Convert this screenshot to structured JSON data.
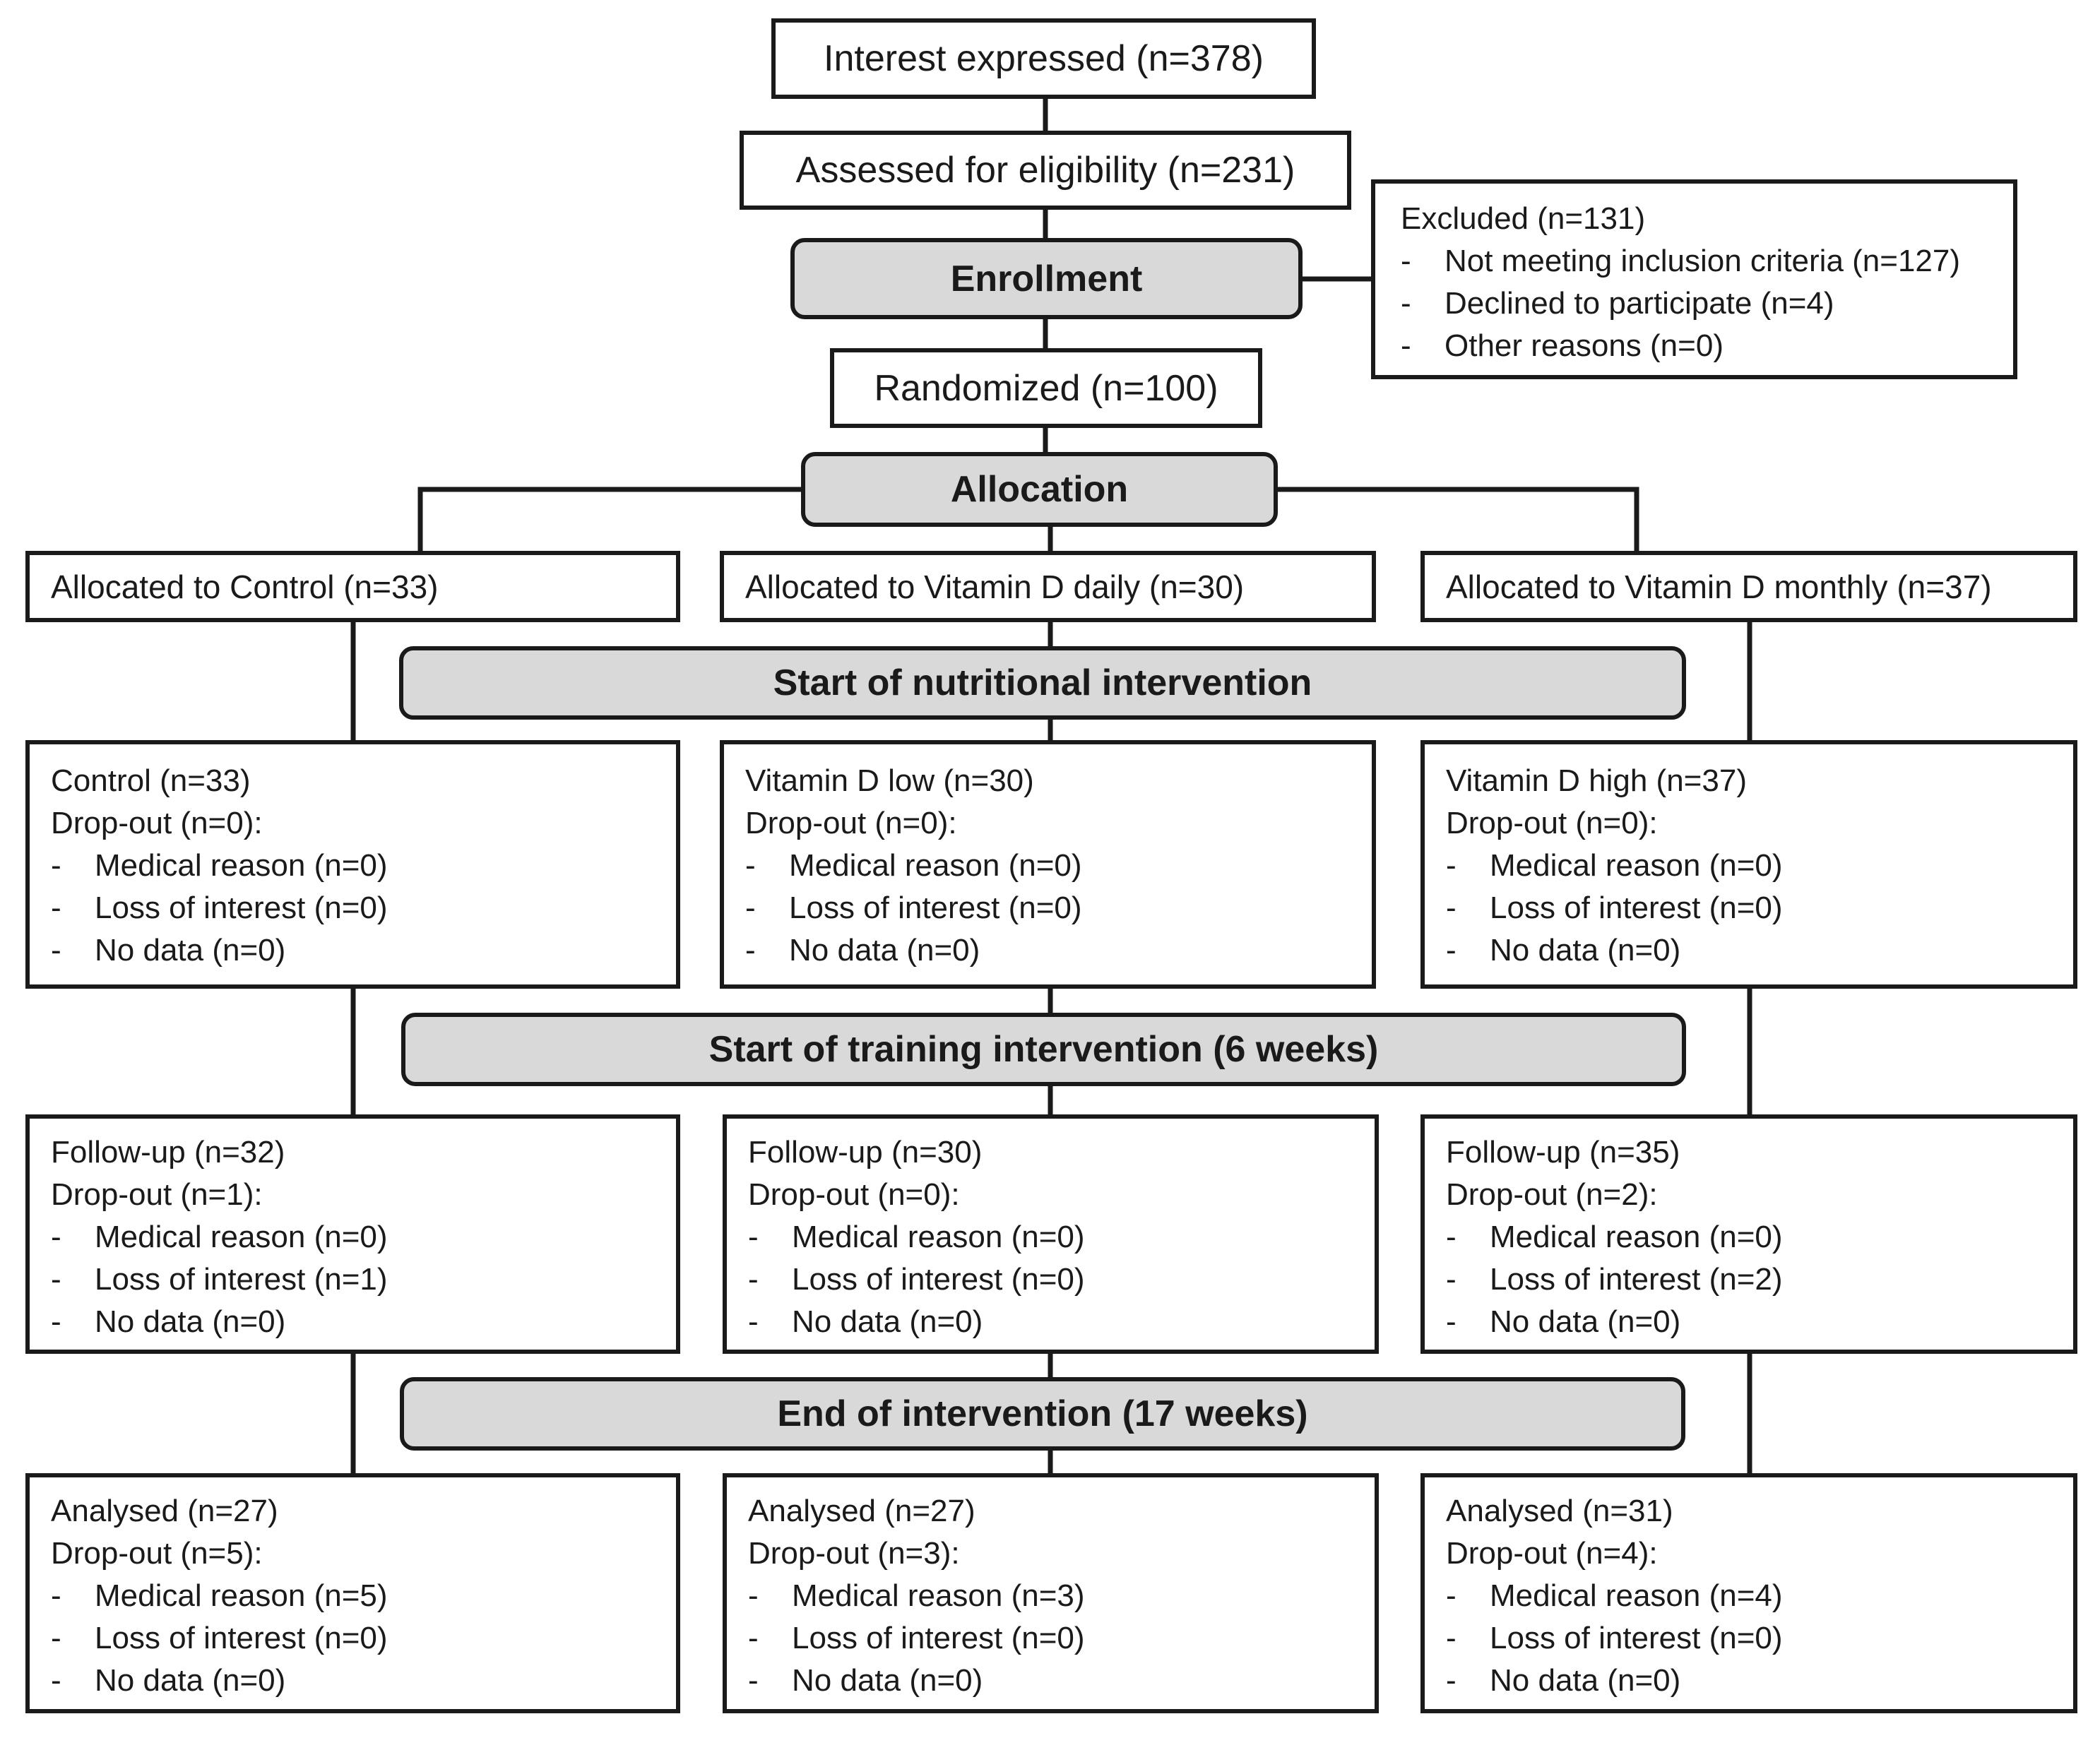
{
  "interest": "Interest expressed  (n=378)",
  "assessed": "Assessed  for eligibility (n=231)",
  "enrollment": "Enrollment",
  "excluded": {
    "title": "Excluded  (n=131)",
    "items": [
      "Not meeting inclusion criteria (n=127)",
      "Declined to participate (n=4)",
      "Other reasons (n=0)"
    ]
  },
  "randomized": "Randomized  (n=100)",
  "allocation": "Allocation",
  "arms": [
    "Allocated to Control (n=33)",
    "Allocated to Vitamin D daily (n=30)",
    "Allocated to Vitamin D monthly (n=37)"
  ],
  "stages": [
    "Start of nutritional intervention",
    "Start of training intervention (6 weeks)",
    "End of intervention (17 weeks)"
  ],
  "bullet": "-",
  "phases": [
    {
      "boxes": [
        {
          "title": "Control (n=33)",
          "dropout": "Drop-out (n=0):",
          "items": [
            "Medical reason (n=0)",
            "Loss of interest (n=0)",
            "No data (n=0)"
          ]
        },
        {
          "title": "Vitamin D low (n=30)",
          "dropout": "Drop-out (n=0):",
          "items": [
            "Medical reason (n=0)",
            "Loss of interest (n=0)",
            "No data (n=0)"
          ]
        },
        {
          "title": "Vitamin D high (n=37)",
          "dropout": "Drop-out (n=0):",
          "items": [
            "Medical reason (n=0)",
            "Loss of interest (n=0)",
            "No data (n=0)"
          ]
        }
      ]
    },
    {
      "boxes": [
        {
          "title": "Follow-up (n=32)",
          "dropout": "Drop-out (n=1):",
          "items": [
            "Medical reason (n=0)",
            "Loss of interest (n=1)",
            "No data (n=0)"
          ]
        },
        {
          "title": "Follow-up (n=30)",
          "dropout": "Drop-out (n=0):",
          "items": [
            "Medical reason (n=0)",
            "Loss of interest (n=0)",
            "No data (n=0)"
          ]
        },
        {
          "title": "Follow-up (n=35)",
          "dropout": "Drop-out (n=2):",
          "items": [
            "Medical reason (n=0)",
            "Loss of interest (n=2)",
            "No data (n=0)"
          ]
        }
      ]
    },
    {
      "boxes": [
        {
          "title": "Analysed  (n=27)",
          "dropout": "Drop-out (n=5):",
          "items": [
            "Medical reason (n=5)",
            "Loss of interest (n=0)",
            "No data (n=0)"
          ]
        },
        {
          "title": "Analysed  (n=27)",
          "dropout": "Drop-out (n=3):",
          "items": [
            "Medical reason (n=3)",
            "Loss of interest (n=0)",
            "No data (n=0)"
          ]
        },
        {
          "title": "Analysed  (n=31)",
          "dropout": "Drop-out (n=4):",
          "items": [
            "Medical reason (n=4)",
            "Loss of interest (n=0)",
            "No data (n=0)"
          ]
        }
      ]
    }
  ]
}
